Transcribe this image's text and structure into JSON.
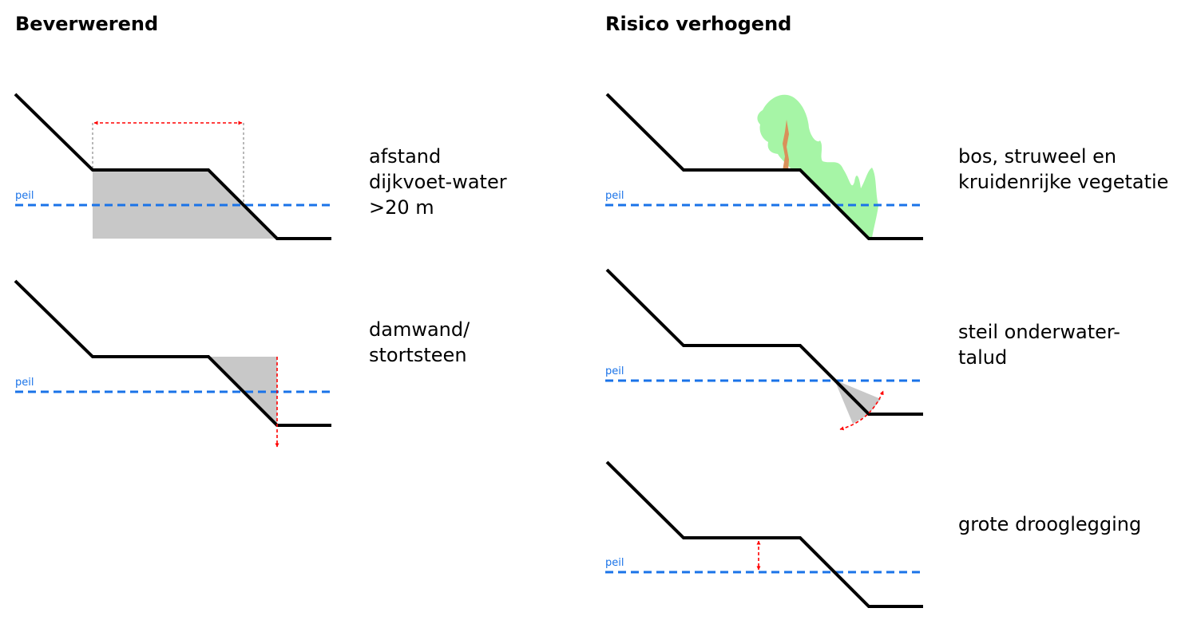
{
  "headings": {
    "left": "Beverwerend",
    "right": "Risico verhogend"
  },
  "labels": {
    "afstand": [
      "afstand",
      "dijkvoet-water",
      ">20 m"
    ],
    "damwand": [
      "damwand/",
      "stortsteen"
    ],
    "bos": [
      "bos, struweel en",
      "kruidenrijke vegetatie"
    ],
    "steil": [
      "steil onderwater-",
      "talud"
    ],
    "grote": [
      "grote drooglegging"
    ]
  },
  "peil_label": "peil",
  "colors": {
    "profile": "#000000",
    "water_line": "#1a73e8",
    "peil_text": "#1a73e8",
    "fill_gray": "#c8c8c8",
    "arrow_red": "#ff0000",
    "guide_gray": "#888888",
    "vegetation": "#a6f5a6",
    "trunk": "#d9905a"
  },
  "icons": {
    "horizontal_double_arrow": "red-double-arrow",
    "vertical_down_arrow": "red-down-arrow",
    "curved_double_arrow": "red-curved-double-arrow",
    "vertical_double_arrow": "red-vertical-double-arrow",
    "tree": "tree-icon"
  }
}
